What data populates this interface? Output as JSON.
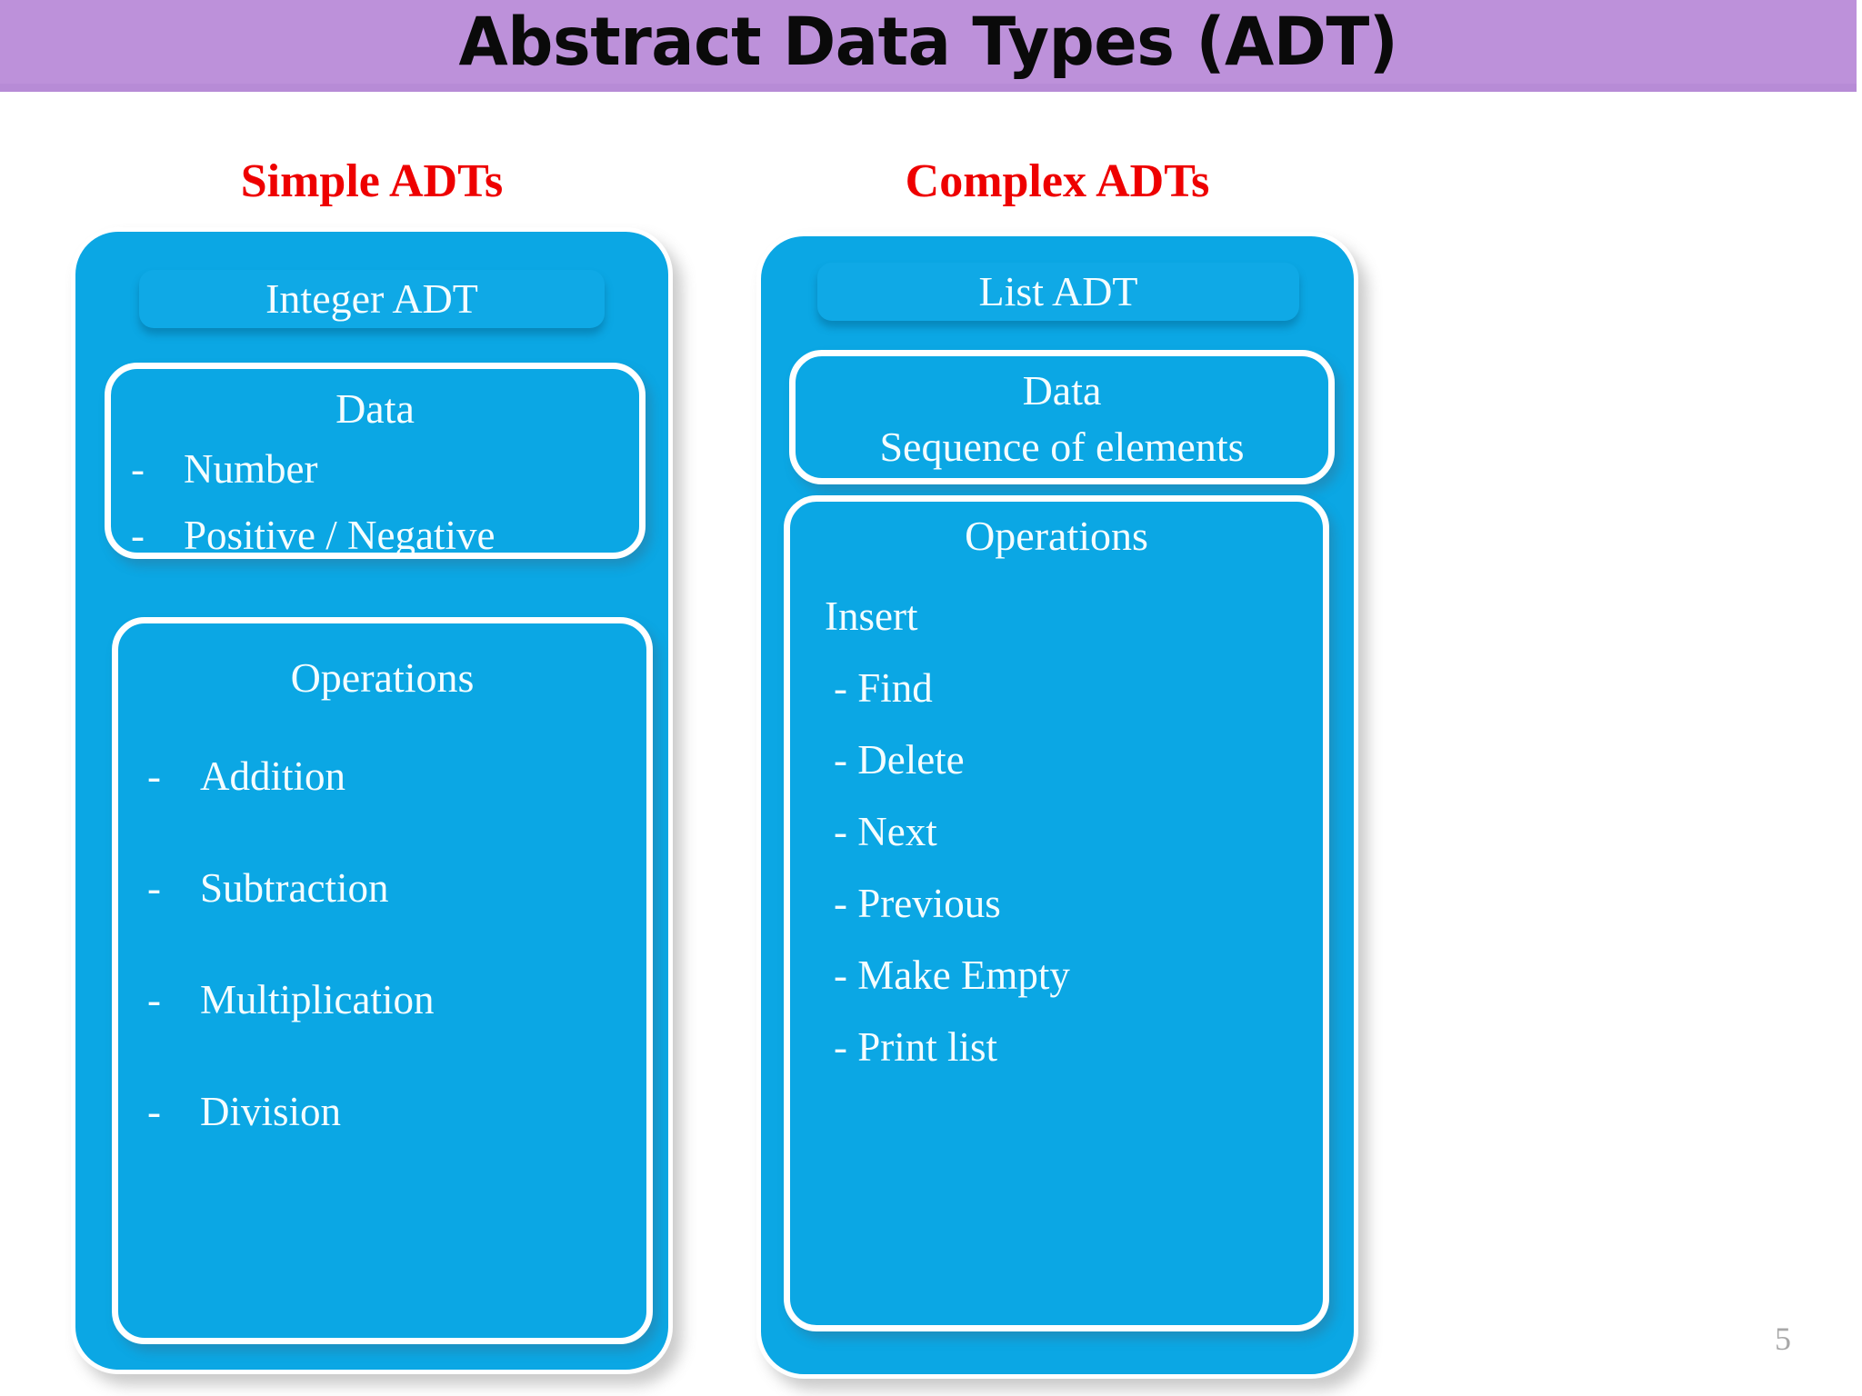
{
  "slide": {
    "title": "Abstract Data Types (ADT)",
    "page_number": "5",
    "colors": {
      "title_bar": "#BD91DA",
      "panel_blue": "#0BA7E4",
      "heading_red": "#EE0000",
      "text_white": "#F4FDFF"
    }
  },
  "columns": {
    "left": {
      "heading": "Simple ADTs",
      "adt_name": "Integer ADT",
      "data_box": {
        "title": "Data",
        "items": [
          {
            "dash": "-",
            "text": "Number"
          },
          {
            "dash": "-",
            "text": "Positive / Negative"
          }
        ]
      },
      "operations_box": {
        "title": "Operations",
        "items": [
          {
            "dash": "-",
            "text": "Addition"
          },
          {
            "dash": "-",
            "text": "Subtraction"
          },
          {
            "dash": "-",
            "text": "Multiplication"
          },
          {
            "dash": "-",
            "text": "Division"
          }
        ]
      }
    },
    "right": {
      "heading": "Complex ADTs",
      "adt_name": "List ADT",
      "data_box": {
        "title": "Data",
        "subtitle": "Sequence of elements"
      },
      "operations_box": {
        "title": "Operations",
        "items": [
          "Insert",
          "- Find",
          "- Delete",
          "- Next",
          "- Previous",
          "- Make Empty",
          "- Print list"
        ]
      }
    }
  }
}
